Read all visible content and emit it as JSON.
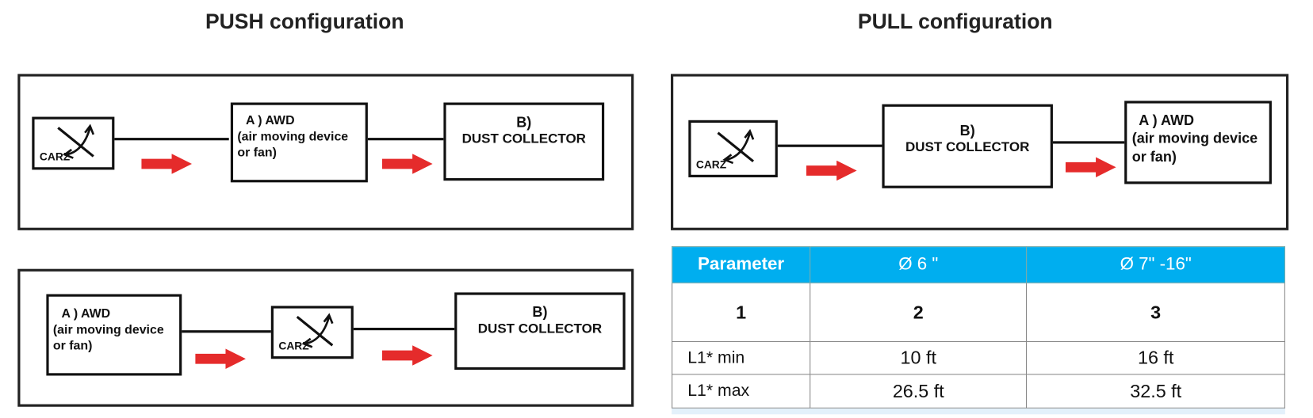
{
  "push": {
    "title": "PUSH configuration",
    "diagram1": {
      "carz": "CARZ",
      "awd_head": "A ) AWD",
      "awd_desc1": "(air moving device",
      "awd_desc2": "or fan)",
      "dc_head": "B)",
      "dc_label": "DUST COLLECTOR"
    },
    "diagram2": {
      "carz": "CARZ",
      "awd_head": "A ) AWD",
      "awd_desc1": "(air moving device",
      "awd_desc2": "or fan)",
      "dc_head": "B)",
      "dc_label": "DUST COLLECTOR"
    }
  },
  "pull": {
    "title": "PULL configuration",
    "diagram": {
      "carz": "CARZ",
      "awd_head": "A ) AWD",
      "awd_desc1": "(air moving device",
      "awd_desc2": "or fan)",
      "dc_head": "B)",
      "dc_label": "DUST COLLECTOR"
    }
  },
  "table": {
    "headers": [
      "Parameter",
      "Ø 6 \"",
      "Ø 7\" -16\""
    ],
    "rows": [
      [
        "1",
        "2",
        "3"
      ],
      [
        "L1* min",
        "10 ft",
        "16 ft"
      ],
      [
        "L1* max",
        "26.5 ft",
        "32.5 ft"
      ]
    ]
  },
  "colors": {
    "arrow": "#E52B2B",
    "table_header": "#00AEEF"
  }
}
